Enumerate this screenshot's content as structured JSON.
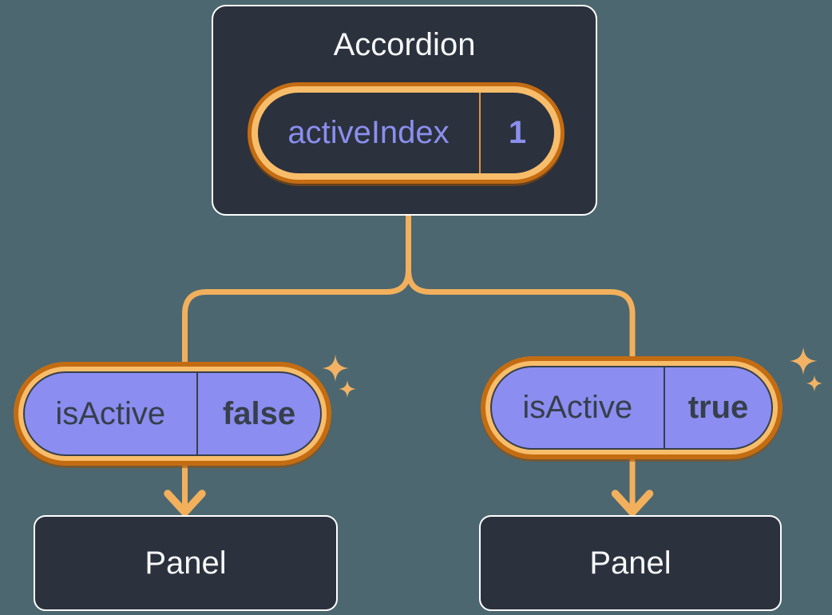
{
  "theme": {
    "background": "#4C6770",
    "node_bg": "#2B313D",
    "node_border": "#FFFFFF",
    "purple_fill": "#8B8DF0",
    "purple_text": "#8A8FEE",
    "dark_text": "#363F4B",
    "orange_ring_light": "#F8BD6A",
    "orange_ring_dark": "#C46C12",
    "orange_line": "#F2B05C",
    "orange_divider": "#DD9540",
    "sparkle": "#F3B263",
    "text_light": "#F6F7F9"
  },
  "diagram": {
    "root": {
      "title": "Accordion",
      "state": {
        "label": "activeIndex",
        "value": "1"
      }
    },
    "children": [
      {
        "prop": {
          "label": "isActive",
          "value": "false"
        },
        "panel": {
          "title": "Panel"
        }
      },
      {
        "prop": {
          "label": "isActive",
          "value": "true"
        },
        "panel": {
          "title": "Panel"
        }
      }
    ]
  }
}
